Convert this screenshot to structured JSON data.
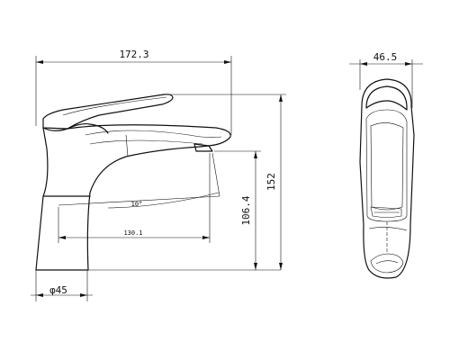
{
  "drawing": {
    "dimensions": {
      "overall_length": "172.3",
      "height": "152",
      "spout_height": "106.4",
      "reach": "130.1",
      "angle": "10°",
      "base_diameter": "φ45",
      "side_width": "46.5"
    }
  }
}
